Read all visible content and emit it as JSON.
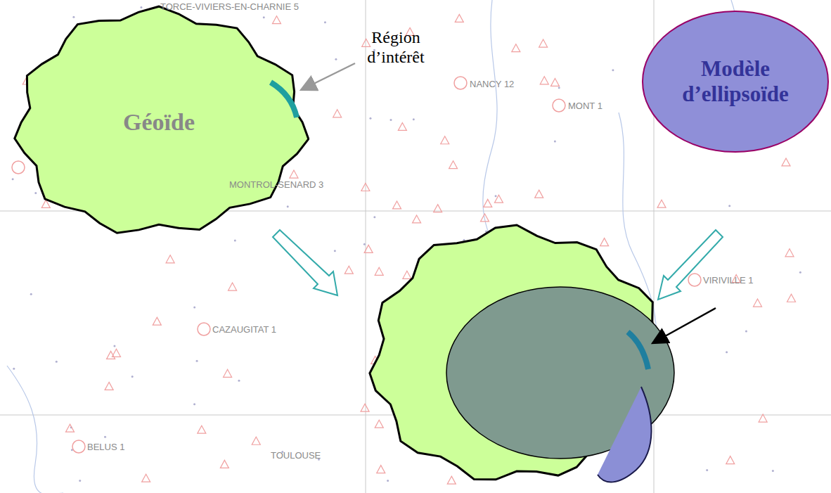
{
  "diagram": {
    "nodes": [
      {
        "text": [
          "Géoïde"
        ]
      },
      {
        "text": [
          "Modèle d’ellipsoïde"
        ]
      }
    ],
    "labels": [
      "Région d’intérêt",
      "TORCE-VIVIERS-EN-CHARNIE 5",
      "NANCY 12",
      "MONT 1",
      "MONTROL-SENARD 3",
      "VIRIVILLE 1",
      "CAZAUGITAT 1",
      "BELUS 1",
      "TOULOUSE"
    ]
  }
}
